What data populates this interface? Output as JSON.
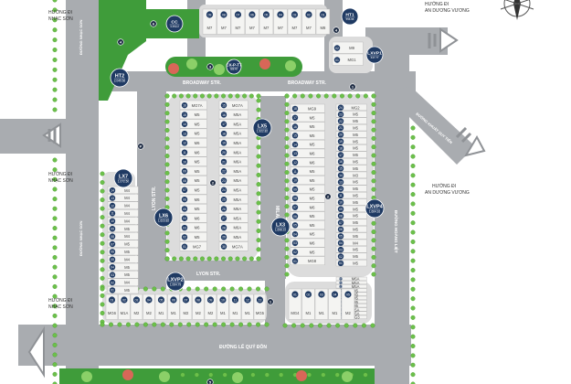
{
  "colors": {
    "road": "#a9acb0",
    "road_dark": "#8f9296",
    "green": "#3f9c3a",
    "lot": "#f4f4f2",
    "lot_stroke": "#b5b5b5",
    "badge": "#1f3a63",
    "tree": "#6cc04a",
    "blossom": "#e0645a",
    "sidewalk": "#dcdcdc"
  },
  "streets": {
    "broadway_left": "BROADWAY STR.",
    "broadway_right": "BROADWAY STR.",
    "lyon_vertical": "LYON STR.",
    "lyon_horizontal": "LYON STR.",
    "milano": "MILANO STR.",
    "le_quy_don": "ĐƯỜNG LÊ QUÝ ĐÔN",
    "hoang_liet": "ĐƯỜNG HOÀNG LIỆT",
    "nhac_son_vertical": "ĐƯỜNG NHẠC SƠN",
    "nhac_son_vertical2": "ĐƯỜNG NHẠC SƠN",
    "diagonal": "ĐƯỜNG KHUẤT DUY TIẾN"
  },
  "directions": {
    "nhac_son_top": [
      "HƯỚNG ĐI",
      "NHẠC SƠN"
    ],
    "nhac_son_mid": [
      "HƯỚNG ĐI",
      "NHẠC SƠN"
    ],
    "nhac_son_bottom": [
      "HƯỚNG ĐI",
      "NHẠC SƠN"
    ],
    "an_duong_top": [
      "HƯỚNG ĐI",
      "AN DƯƠNG VƯƠNG"
    ],
    "an_duong_mid": [
      "HƯỚNG ĐI",
      "AN DƯƠNG VƯƠNG"
    ]
  },
  "badges": [
    {
      "id": "CC",
      "title": "CC",
      "sub": "4.45m2"
    },
    {
      "id": "HT1",
      "title": "HT1",
      "sub": "556.96"
    },
    {
      "id": "LXVP1",
      "title": "LXVP1",
      "sub": "347.77"
    },
    {
      "id": "HT2",
      "title": "HT2",
      "sub": "2,045.56"
    },
    {
      "id": "CXP7",
      "title": "CX-P-T7",
      "sub": "688.40"
    },
    {
      "id": "LX5",
      "title": "LX5",
      "sub": "1,922.82"
    },
    {
      "id": "LX7",
      "title": "LX7",
      "sub": "1,072.50"
    },
    {
      "id": "LX6",
      "title": "LX6",
      "sub": "1,623.82"
    },
    {
      "id": "LX3",
      "title": "LX3",
      "sub": "1,698.22"
    },
    {
      "id": "LXVP4",
      "title": "LXVP4",
      "sub": "1,664.16"
    },
    {
      "id": "LXVP2",
      "title": "LXVP2",
      "sub": "1,064.79"
    }
  ],
  "markers": [
    "1",
    "2",
    "3",
    "4",
    "5",
    "6",
    "P"
  ],
  "blocks": {
    "top_strip": {
      "nums": [
        "09",
        "08",
        "07",
        "06",
        "05",
        "04",
        "03",
        "02",
        "01"
      ],
      "types": [
        "M7",
        "M7",
        "M7",
        "M7",
        "M7",
        "M7",
        "M7",
        "M7",
        "M8"
      ]
    },
    "ht1_block": {
      "nums": [
        "02",
        "01"
      ],
      "types": [
        "M9",
        "MG1"
      ]
    },
    "lx5_left": {
      "nums": [
        "16",
        "15",
        "14",
        "13",
        "12",
        "11",
        "10",
        "09",
        "08",
        "07",
        "06",
        "05",
        "04",
        "03",
        "02",
        "01"
      ],
      "types": [
        "MG7A",
        "M5",
        "M5",
        "M5",
        "M6",
        "M6",
        "M5",
        "M5",
        "M5",
        "M5",
        "M6",
        "M5",
        "M6",
        "M6",
        "M5",
        "MG7"
      ]
    },
    "lx5_right": {
      "nums": [
        "15",
        "16",
        "17",
        "18",
        "19",
        "20",
        "21",
        "22",
        "23",
        "24",
        "25",
        "26",
        "27",
        "28",
        "29",
        "30"
      ],
      "types": [
        "MG7A",
        "M5A",
        "M5A",
        "M5A",
        "M5A",
        "M6A",
        "M6A",
        "M5A",
        "M5A",
        "M5A",
        "M5A",
        "M6A",
        "M5A",
        "M6A",
        "M5A",
        "MG7A"
      ]
    },
    "lx3_left": {
      "nums": [
        "18",
        "17",
        "16",
        "15",
        "14",
        "13",
        "12",
        "11",
        "10",
        "09",
        "08",
        "07",
        "06",
        "05",
        "04",
        "03",
        "02",
        "01"
      ],
      "types": [
        "MG9",
        "M5",
        "M5",
        "M5",
        "M5",
        "M6",
        "M6",
        "M5",
        "M5",
        "M5",
        "M5",
        "M6",
        "M5",
        "M5",
        "M5",
        "M6",
        "M5",
        "MG8"
      ]
    },
    "lx3_right": {
      "nums": [
        "24",
        "23",
        "22",
        "21",
        "20",
        "19",
        "18",
        "17",
        "16",
        "15",
        "14",
        "13",
        "12",
        "11",
        "10",
        "09",
        "08",
        "07",
        "06",
        "05",
        "04",
        "03",
        "02",
        "01"
      ],
      "types": [
        "MG2",
        "M5",
        "M5",
        "M5",
        "M5",
        "M5",
        "M5",
        "M5",
        "M5",
        "M5",
        "M3",
        "M5",
        "M5",
        "M5",
        "M5",
        "M5",
        "M5",
        "M5",
        "M5",
        "M5",
        "M4",
        "M5",
        "M5",
        "M5"
      ]
    },
    "lx7_block": {
      "nums": [
        "14",
        "13",
        "12",
        "11",
        "10",
        "09",
        "08",
        "07",
        "06",
        "05",
        "04",
        "03",
        "02",
        "01"
      ],
      "types": [
        "M4",
        "M4",
        "M4",
        "M4",
        "M4",
        "M5",
        "M4",
        "M5",
        "M5",
        "M4",
        "M5",
        "M5",
        "M4",
        "M5"
      ]
    },
    "lxvp4_block": {
      "nums": [
        "01",
        "02",
        "03",
        "04",
        "05",
        "06",
        "07",
        "08",
        "09",
        "10",
        "11"
      ],
      "types": [
        "M6A",
        "M5A",
        "M5A",
        "M5",
        "M5",
        "M5",
        "M5",
        "M5",
        "M5A",
        "M5A",
        "MG3"
      ]
    },
    "lyon_bottom": {
      "nums": [
        "01",
        "02",
        "03",
        "04",
        "05",
        "06",
        "07",
        "08",
        "09",
        "10",
        "11",
        "12",
        "13"
      ],
      "types": [
        "MG6",
        "M1A",
        "M2",
        "M2",
        "M1",
        "M1",
        "M2",
        "M2",
        "M2",
        "M1",
        "M1",
        "M1",
        "MG5"
      ]
    },
    "bottom_right": {
      "nums": [
        "01",
        "02",
        "03",
        "04",
        "05"
      ],
      "types": [
        "MG4",
        "M1",
        "M1",
        "M1",
        "M2"
      ]
    }
  },
  "compass": {
    "n": "N"
  }
}
